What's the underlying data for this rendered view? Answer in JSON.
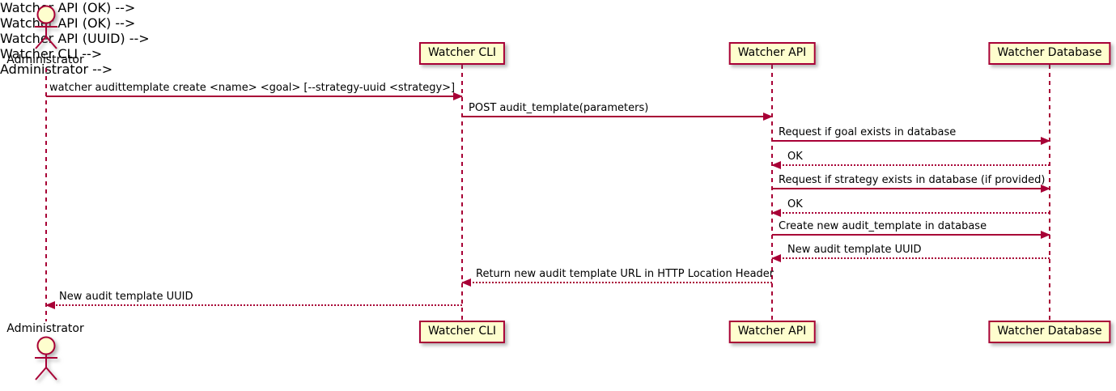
{
  "diagram": {
    "kind": "uml-sequence-diagram",
    "actor": {
      "label": "Administrator"
    },
    "participants": [
      {
        "id": "watcher-cli",
        "label": "Watcher CLI"
      },
      {
        "id": "watcher-api",
        "label": "Watcher API"
      },
      {
        "id": "watcher-database",
        "label": "Watcher Database"
      }
    ],
    "messages": [
      {
        "from": "Administrator",
        "to": "Watcher CLI",
        "line": "solid",
        "text": "watcher audittemplate create <name> <goal> [--strategy-uuid <strategy>]"
      },
      {
        "from": "Watcher CLI",
        "to": "Watcher API",
        "line": "solid",
        "text": "POST audit_template(parameters)"
      },
      {
        "from": "Watcher API",
        "to": "Watcher Database",
        "line": "solid",
        "text": "Request if goal exists in database"
      },
      {
        "from": "Watcher Database",
        "to": "Watcher API",
        "line": "dashed",
        "text": "OK"
      },
      {
        "from": "Watcher API",
        "to": "Watcher Database",
        "line": "solid",
        "text": "Request if strategy exists in database (if provided)"
      },
      {
        "from": "Watcher Database",
        "to": "Watcher API",
        "line": "dashed",
        "text": "OK"
      },
      {
        "from": "Watcher API",
        "to": "Watcher Database",
        "line": "solid",
        "text": "Create new audit_template in database"
      },
      {
        "from": "Watcher Database",
        "to": "Watcher API",
        "line": "dashed",
        "text": "New audit template UUID"
      },
      {
        "from": "Watcher API",
        "to": "Watcher CLI",
        "line": "dashed",
        "text": "Return new audit template URL in HTTP Location Header"
      },
      {
        "from": "Watcher CLI",
        "to": "Administrator",
        "line": "dashed",
        "text": "New audit template UUID"
      }
    ],
    "colors": {
      "line": "#A80036",
      "participant_fill": "#FEFECE",
      "text": "#000000",
      "background": "#FFFFFF"
    }
  }
}
